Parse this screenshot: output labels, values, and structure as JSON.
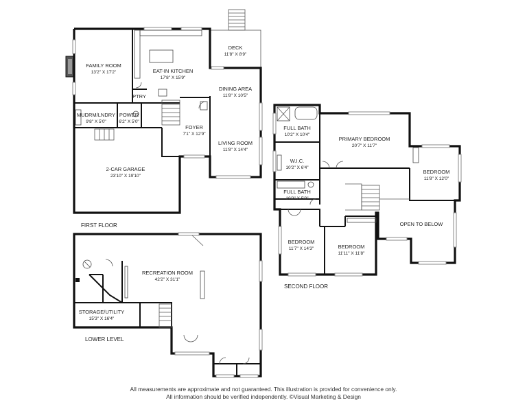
{
  "floors": {
    "first": {
      "label": "FIRST FLOOR",
      "rooms": {
        "family_room": {
          "name": "FAMILY ROOM",
          "dim": "13'2\" X 17'2\""
        },
        "kitchen": {
          "name": "EAT-IN KITCHEN",
          "dim": "17'8\" X 15'9\""
        },
        "deck": {
          "name": "DECK",
          "dim": "11'8\" X 8'9\""
        },
        "dining": {
          "name": "DINING AREA",
          "dim": "11'8\" X 10'5\""
        },
        "pantry": {
          "name": "PTRY",
          "dim": ""
        },
        "mudroom": {
          "name": "MUDRM/LNDRY",
          "dim": "9'8\" X 5'0\""
        },
        "power": {
          "name": "POWER",
          "dim": "6'2\" X 5'0\""
        },
        "foyer": {
          "name": "FOYER",
          "dim": "7'1\" X 12'9\""
        },
        "living": {
          "name": "LIVING ROOM",
          "dim": "11'8\" X 14'4\""
        },
        "garage": {
          "name": "2-CAR GARAGE",
          "dim": "23'10\" X 19'10\""
        }
      }
    },
    "second": {
      "label": "SECOND FLOOR",
      "rooms": {
        "full_bath_1": {
          "name": "FULL BATH",
          "dim": "10'2\" X 10'4\""
        },
        "primary": {
          "name": "PRIMARY BEDROOM",
          "dim": "20'7\" X 11'7\""
        },
        "wic": {
          "name": "W.I.C.",
          "dim": "10'2\" X 6'4\""
        },
        "bedroom_right": {
          "name": "BEDROOM",
          "dim": "11'8\" X 12'0\""
        },
        "full_bath_2": {
          "name": "FULL BATH",
          "dim": "10'2\" X 5'0\""
        },
        "open_below": {
          "name": "OPEN TO BELOW",
          "dim": ""
        },
        "bedroom_left": {
          "name": "BEDROOM",
          "dim": "11'7\" X 14'3\""
        },
        "bedroom_mid": {
          "name": "BEDROOM",
          "dim": "11'11\" X 11'8\""
        }
      }
    },
    "lower": {
      "label": "LOWER LEVEL",
      "rooms": {
        "recreation": {
          "name": "RECREATION ROOM",
          "dim": "42'2\" X 31'1\""
        },
        "storage": {
          "name": "STORAGE/UTILITY",
          "dim": "15'3\" X 16'4\""
        }
      }
    }
  },
  "disclaimer": {
    "line1": "All measurements are approximate and not guaranteed. This illustration is provided for convenience only.",
    "line2": "All information should be verified independently. ©Visual Marketing & Design"
  }
}
